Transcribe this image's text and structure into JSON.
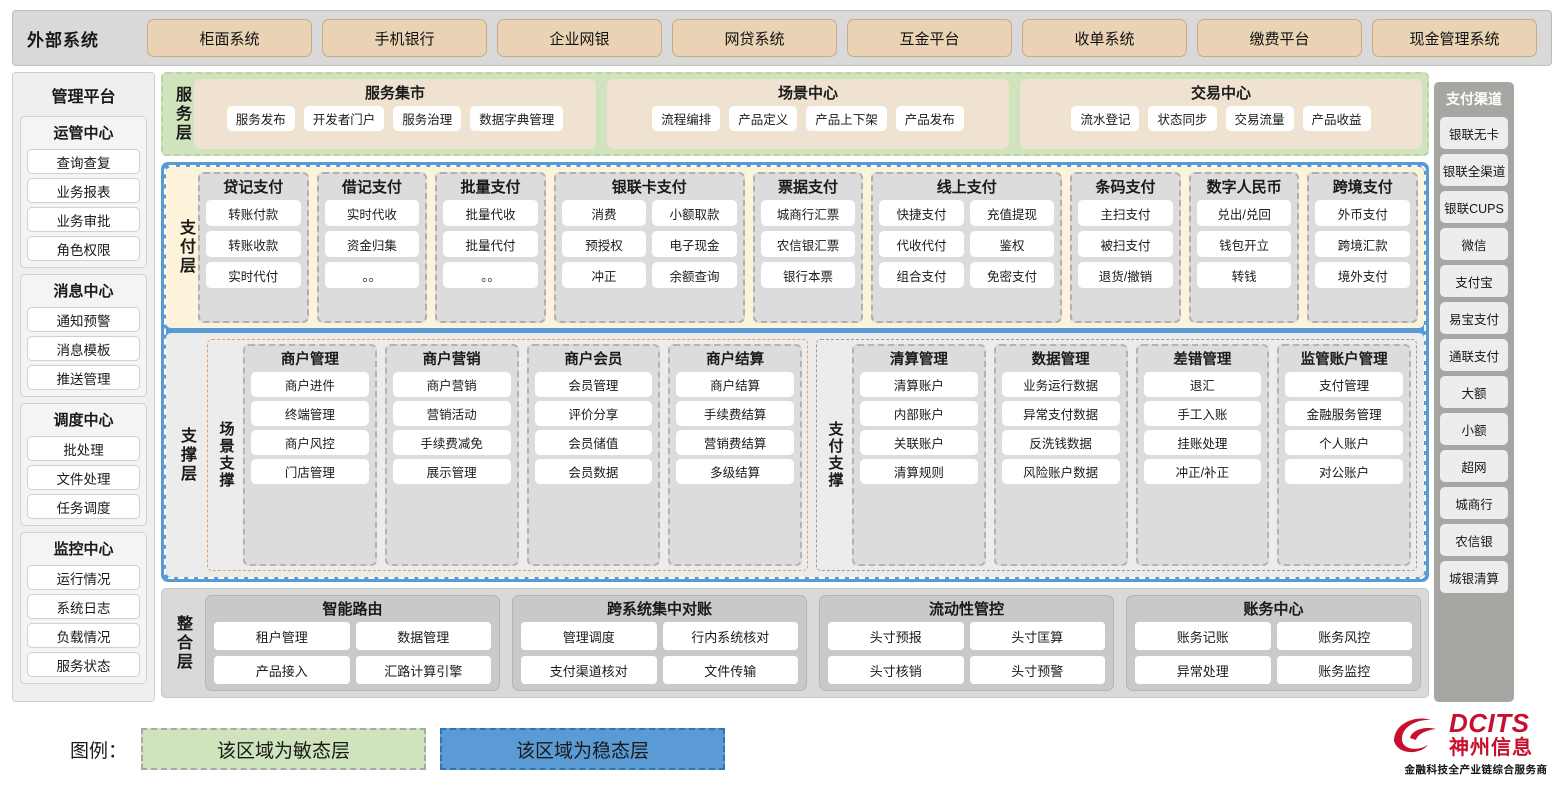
{
  "external": {
    "title": "外部系统",
    "items": [
      "柜面系统",
      "手机银行",
      "企业网银",
      "网贷系统",
      "互金平台",
      "收单系统",
      "缴费平台",
      "现金管理系统"
    ]
  },
  "left_sidebar": {
    "title": "管理平台",
    "groups": [
      {
        "title": "运管中心",
        "items": [
          "查询查复",
          "业务报表",
          "业务审批",
          "角色权限"
        ]
      },
      {
        "title": "消息中心",
        "items": [
          "通知预警",
          "消息模板",
          "推送管理"
        ]
      },
      {
        "title": "调度中心",
        "items": [
          "批处理",
          "文件处理",
          "任务调度"
        ]
      },
      {
        "title": "监控中心",
        "items": [
          "运行情况",
          "系统日志",
          "负载情况",
          "服务状态"
        ]
      }
    ]
  },
  "right_sidebar": {
    "title": "支付渠道",
    "items": [
      "银联无卡",
      "银联全渠道",
      "银联CUPS",
      "微信",
      "支付宝",
      "易宝支付",
      "通联支付",
      "大额",
      "小额",
      "超网",
      "城商行",
      "农信银",
      "城银清算"
    ]
  },
  "service_layer": {
    "label": "服务层",
    "groups": [
      {
        "title": "服务集市",
        "items": [
          "服务发布",
          "开发者门户",
          "服务治理",
          "数据字典管理"
        ]
      },
      {
        "title": "场景中心",
        "items": [
          "流程编排",
          "产品定义",
          "产品上下架",
          "产品发布"
        ]
      },
      {
        "title": "交易中心",
        "items": [
          "流水登记",
          "状态同步",
          "交易流量",
          "产品收益"
        ]
      }
    ]
  },
  "payment_layer": {
    "label": "支付层",
    "groups": [
      {
        "title": "贷记支付",
        "cols": 1,
        "rows": [
          [
            "转账付款"
          ],
          [
            "转账收款"
          ],
          [
            "实时代付"
          ]
        ]
      },
      {
        "title": "借记支付",
        "cols": 1,
        "rows": [
          [
            "实时代收"
          ],
          [
            "资金归集"
          ],
          [
            "。。"
          ]
        ]
      },
      {
        "title": "批量支付",
        "cols": 1,
        "rows": [
          [
            "批量代收"
          ],
          [
            "批量代付"
          ],
          [
            "。。"
          ]
        ]
      },
      {
        "title": "银联卡支付",
        "cols": 2,
        "rows": [
          [
            "消费",
            "小额取款"
          ],
          [
            "预授权",
            "电子现金"
          ],
          [
            "冲正",
            "余额查询"
          ]
        ]
      },
      {
        "title": "票据支付",
        "cols": 1,
        "rows": [
          [
            "城商行汇票"
          ],
          [
            "农信银汇票"
          ],
          [
            "银行本票"
          ]
        ]
      },
      {
        "title": "线上支付",
        "cols": 2,
        "rows": [
          [
            "快捷支付",
            "充值提现"
          ],
          [
            "代收代付",
            "鉴权"
          ],
          [
            "组合支付",
            "免密支付"
          ]
        ]
      },
      {
        "title": "条码支付",
        "cols": 1,
        "rows": [
          [
            "主扫支付"
          ],
          [
            "被扫支付"
          ],
          [
            "退货/撤销"
          ]
        ]
      },
      {
        "title": "数字人民币",
        "cols": 1,
        "rows": [
          [
            "兑出/兑回"
          ],
          [
            "钱包开立"
          ],
          [
            "转钱"
          ]
        ]
      },
      {
        "title": "跨境支付",
        "cols": 1,
        "rows": [
          [
            "外币支付"
          ],
          [
            "跨境汇款"
          ],
          [
            "境外支付"
          ]
        ]
      }
    ]
  },
  "support_layer": {
    "label": "支撑层",
    "halves": [
      {
        "label": "场景支撑",
        "groups": [
          {
            "title": "商户管理",
            "items": [
              "商户进件",
              "终端管理",
              "商户风控",
              "门店管理"
            ]
          },
          {
            "title": "商户营销",
            "items": [
              "商户营销",
              "营销活动",
              "手续费减免",
              "展示管理"
            ]
          },
          {
            "title": "商户会员",
            "items": [
              "会员管理",
              "评价分享",
              "会员储值",
              "会员数据"
            ]
          },
          {
            "title": "商户结算",
            "items": [
              "商户结算",
              "手续费结算",
              "营销费结算",
              "多级结算"
            ]
          }
        ]
      },
      {
        "label": "支付支撑",
        "groups": [
          {
            "title": "清算管理",
            "items": [
              "清算账户",
              "内部账户",
              "关联账户",
              "清算规则"
            ]
          },
          {
            "title": "数据管理",
            "items": [
              "业务运行数据",
              "异常支付数据",
              "反洗钱数据",
              "风险账户数据"
            ]
          },
          {
            "title": "差错管理",
            "items": [
              "退汇",
              "手工入账",
              "挂账处理",
              "冲正/补正"
            ]
          },
          {
            "title": "监管账户管理",
            "items": [
              "支付管理",
              "金融服务管理",
              "个人账户",
              "对公账户"
            ]
          }
        ]
      }
    ]
  },
  "integration_layer": {
    "label": "整合层",
    "groups": [
      {
        "title": "智能路由",
        "items": [
          "租户管理",
          "数据管理",
          "产品接入",
          "汇路计算引擎"
        ]
      },
      {
        "title": "跨系统集中对账",
        "items": [
          "管理调度",
          "行内系统核对",
          "支付渠道核对",
          "文件传输"
        ]
      },
      {
        "title": "流动性管控",
        "items": [
          "头寸预报",
          "头寸匡算",
          "头寸核销",
          "头寸预警"
        ]
      },
      {
        "title": "账务中心",
        "items": [
          "账务记账",
          "账务风控",
          "异常处理",
          "账务监控"
        ]
      }
    ]
  },
  "legend": {
    "label": "图例：",
    "agile": "该区域为敏态层",
    "stable": "该区域为稳态层"
  },
  "logo": {
    "brand": "DCITS",
    "brand_cn": "神州信息",
    "tagline": "金融科技全产业链综合服务商"
  },
  "colors": {
    "agile_green": "#cfe3bc",
    "stable_blue": "#5b9bd5",
    "payment_cream": "#fdf3da",
    "external_tan": "#e9d3b4",
    "brand_red": "#c8102e"
  }
}
